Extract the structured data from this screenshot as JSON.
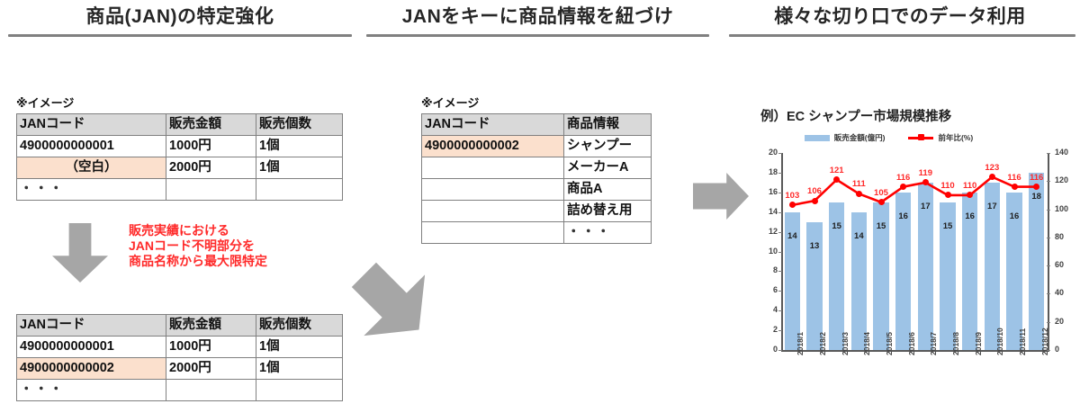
{
  "headers": [
    {
      "label": "商品(JAN)の特定強化"
    },
    {
      "label": "JANをキーに商品情報を紐づけ"
    },
    {
      "label": "様々な切り口でのデータ利用"
    }
  ],
  "panel1": {
    "image_note": "※イメージ",
    "table_before": {
      "columns": [
        "JANコード",
        "販売金額",
        "販売個数"
      ],
      "rows": [
        [
          "4900000000001",
          "1000円",
          "1個"
        ],
        [
          "（空白）",
          "2000円",
          "1個"
        ],
        [
          "・・・",
          "",
          ""
        ]
      ]
    },
    "annotation": [
      "販売実績における",
      "JANコード不明部分を",
      "商品名称から最大限特定"
    ],
    "table_after": {
      "columns": [
        "JANコード",
        "販売金額",
        "販売個数"
      ],
      "rows": [
        [
          "4900000000001",
          "1000円",
          "1個"
        ],
        [
          "4900000000002",
          "2000円",
          "1個"
        ],
        [
          "・・・",
          "",
          ""
        ]
      ]
    }
  },
  "panel2": {
    "image_note": "※イメージ",
    "table": {
      "columns": [
        "JANコード",
        "商品情報"
      ],
      "rows": [
        [
          "4900000000002",
          "シャンプー"
        ],
        [
          "",
          "メーカーA"
        ],
        [
          "",
          "商品A"
        ],
        [
          "",
          "詰め替え用"
        ],
        [
          "",
          "・・・"
        ]
      ]
    }
  },
  "colors": {
    "bar": "#9dc3e6",
    "line": "#ff0000",
    "highlight": "#fbe0cd",
    "header_fill": "#d9d9d9",
    "arrow": "#a6a6a6",
    "rule": "#808080",
    "annotation": "#ff2a2a"
  },
  "chart_data": {
    "type": "bar",
    "title": "例）EC シャンプー市場規模推移",
    "xlabel": "",
    "ylabel": "",
    "grid": false,
    "legend_position": "top",
    "categories": [
      "2018/1",
      "2018/2",
      "2018/3",
      "2018/4",
      "2018/5",
      "2018/6",
      "2018/7",
      "2018/8",
      "2018/9",
      "2018/10",
      "2018/11",
      "2018/12"
    ],
    "series": [
      {
        "name": "販売金額(億円)",
        "type": "bar",
        "axis": "left",
        "values": [
          14,
          13,
          15,
          14,
          15,
          16,
          17,
          15,
          16,
          17,
          16,
          18
        ]
      },
      {
        "name": "前年比(%)",
        "type": "line",
        "axis": "right",
        "values": [
          103,
          106,
          121,
          111,
          105,
          116,
          119,
          110,
          110,
          123,
          116,
          116
        ]
      }
    ],
    "ylim": [
      0,
      20
    ],
    "y_ticks": [
      0,
      2,
      4,
      6,
      8,
      10,
      12,
      14,
      16,
      18,
      20
    ],
    "y2lim": [
      0,
      140
    ],
    "y2_ticks": [
      0,
      20,
      40,
      60,
      80,
      100,
      120,
      140
    ]
  }
}
